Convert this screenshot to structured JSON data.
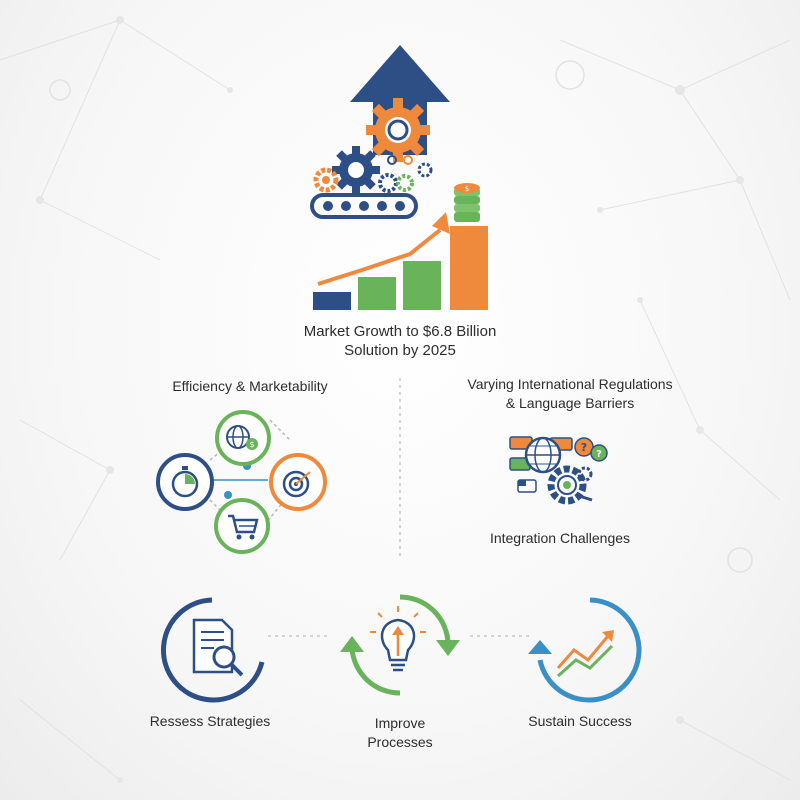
{
  "headline": {
    "line1": "Market Growth to $6.8 Billion",
    "line2": "Solution by 2025"
  },
  "efficiency": {
    "label": "Efficiency & Marketability"
  },
  "regulations": {
    "line1": "Varying International Regulations",
    "line2": "& Language Barriers"
  },
  "integration": {
    "label": "Integration Challenges"
  },
  "cycle": {
    "assess": "Ressess Strategies",
    "improve_line1": "Improve",
    "improve_line2": "Processes",
    "sustain": "Sustain Success"
  },
  "colors": {
    "navy": "#2d4f86",
    "orange": "#ef8a3c",
    "green": "#69b35b",
    "blue": "#3a8fc6"
  },
  "icons": [
    "up-arrow-icon",
    "gear-icon",
    "conveyor-belt-icon",
    "coin-stack-icon",
    "bar-chart-icon",
    "globe-dollar-icon",
    "stopwatch-icon",
    "target-icon",
    "shopping-cart-icon",
    "flags-globe-icon",
    "question-bubble-icon",
    "document-search-icon",
    "lightbulb-icon",
    "trend-arrow-icon"
  ]
}
